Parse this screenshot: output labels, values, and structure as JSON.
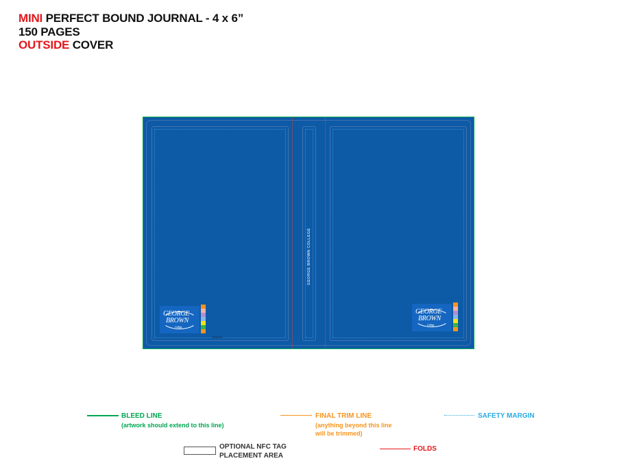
{
  "header": {
    "line1_red": "MINI",
    "line1_rest": " PERFECT BOUND JOURNAL - 4 x 6”",
    "line2": "150 PAGES",
    "line3_red": "OUTSIDE",
    "line3_rest": " COVER"
  },
  "colors": {
    "cover_blue": "#0d5aa7",
    "bleed_green": "#00a651",
    "trim_orange": "#f7941d",
    "safety_blue": "#29abe2",
    "fold_red": "#e3161b"
  },
  "cover": {
    "spine_text": "GEORGE BROWN COLLEGE",
    "logo_line1": "GEORGE",
    "logo_line2": "BROWN",
    "logo_line3": "College",
    "barcode_text": "0000000"
  },
  "legend": {
    "bleed_label": "BLEED LINE",
    "bleed_note": "(artwork should extend to this line)",
    "trim_label": "FINAL TRIM LINE",
    "trim_note_1": "(anything beyond this line",
    "trim_note_2": "will be trimmed)",
    "safety_label": "SAFETY MARGIN",
    "nfc_line1": "OPTIONAL NFC TAG",
    "nfc_line2": "PLACEMENT AREA",
    "folds_label": "FOLDS"
  }
}
